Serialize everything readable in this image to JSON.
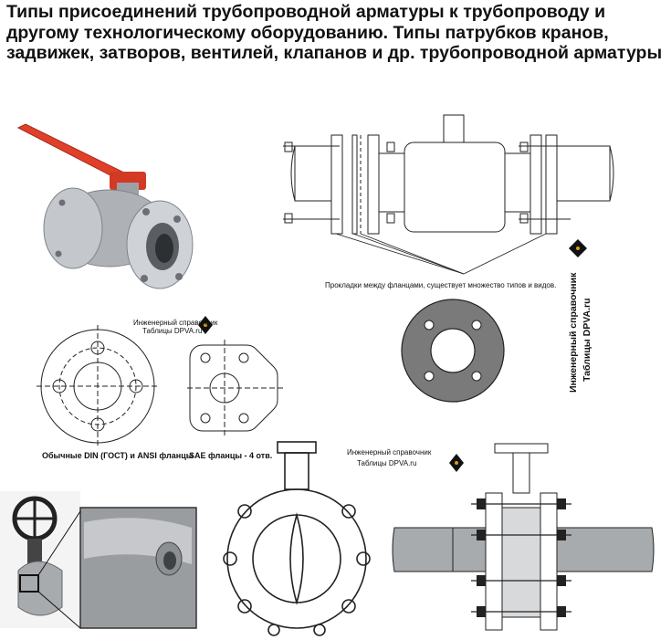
{
  "title": "Типы присоединений трубопроводной арматуры к трубопроводу и другому технологическому оборудованию. Типы патрубков кранов, задвижек, затворов, вентилей, клапанов и др. трубопроводной арматуры",
  "gasket_note": "Прокладки между фланцами, существует множество типов и видов.",
  "watermark": {
    "line1": "Инженерный справочник",
    "line2": "Таблицы DPVA.ru"
  },
  "captions": {
    "din_ansi": "Обычные DIN (ГОСТ) и ANSI фланцы",
    "sae": "SAE фланцы - 4 отв."
  },
  "colors": {
    "handle": "#e0402a",
    "steel": "#b9bcc0",
    "gasket": "#7a7a7a",
    "lug_gray": "#a8abae"
  }
}
